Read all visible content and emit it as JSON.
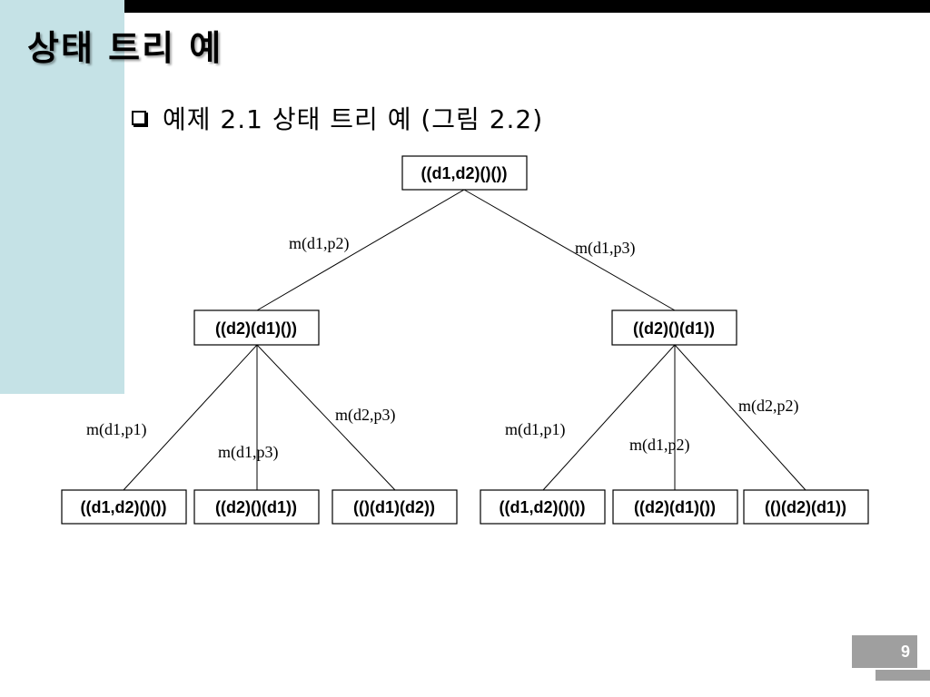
{
  "slide": {
    "title": "상태 트리 예",
    "subtitle": "예제 2.1 상태 트리 예 (그림 2.2)",
    "page_number": "9"
  },
  "tree": {
    "nodes": [
      {
        "id": "root",
        "label": "((d1,d2)()())"
      },
      {
        "id": "l1-left",
        "label": "((d2)(d1)())"
      },
      {
        "id": "l1-right",
        "label": "((d2)()(d1))"
      },
      {
        "id": "leaf-1",
        "label": "((d1,d2)()())"
      },
      {
        "id": "leaf-2",
        "label": "((d2)()(d1))"
      },
      {
        "id": "leaf-3",
        "label": "(()(d1)(d2))"
      },
      {
        "id": "leaf-4",
        "label": "((d1,d2)()())"
      },
      {
        "id": "leaf-5",
        "label": "((d2)(d1)())"
      },
      {
        "id": "leaf-6",
        "label": "(()(d2)(d1))"
      }
    ],
    "edges": [
      {
        "from": "root",
        "to": "l1-left",
        "label": "m(d1,p2)"
      },
      {
        "from": "root",
        "to": "l1-right",
        "label": "m(d1,p3)"
      },
      {
        "from": "l1-left",
        "to": "leaf-1",
        "label": "m(d1,p1)"
      },
      {
        "from": "l1-left",
        "to": "leaf-2",
        "label": "m(d1,p3)"
      },
      {
        "from": "l1-left",
        "to": "leaf-3",
        "label": "m(d2,p3)"
      },
      {
        "from": "l1-right",
        "to": "leaf-4",
        "label": "m(d1,p1)"
      },
      {
        "from": "l1-right",
        "to": "leaf-5",
        "label": "m(d1,p2)"
      },
      {
        "from": "l1-right",
        "to": "leaf-6",
        "label": "m(d2,p2)"
      }
    ]
  }
}
